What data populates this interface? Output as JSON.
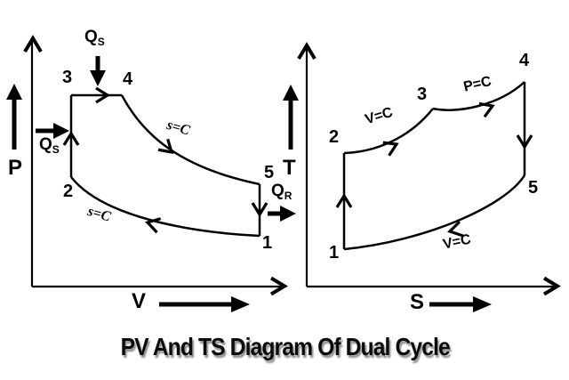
{
  "title": "PV And TS Diagram Of Dual Cycle",
  "pv_diagram": {
    "y_axis_label": "P",
    "x_axis_label": "V",
    "points": {
      "p1": "1",
      "p2": "2",
      "p3": "3",
      "p4": "4",
      "p5": "5"
    },
    "isentropic_label": "s=C",
    "heat_supplied": {
      "symbol": "Q",
      "subscript": "S"
    },
    "heat_rejected": {
      "symbol": "Q",
      "subscript": "R"
    }
  },
  "ts_diagram": {
    "y_axis_label": "T",
    "x_axis_label": "S",
    "points": {
      "p1": "1",
      "p2": "2",
      "p3": "3",
      "p4": "4",
      "p5": "5"
    },
    "const_volume_label": "V=C",
    "const_pressure_label": "P=C"
  },
  "line_color": "#000000",
  "background_color": "#ffffff"
}
